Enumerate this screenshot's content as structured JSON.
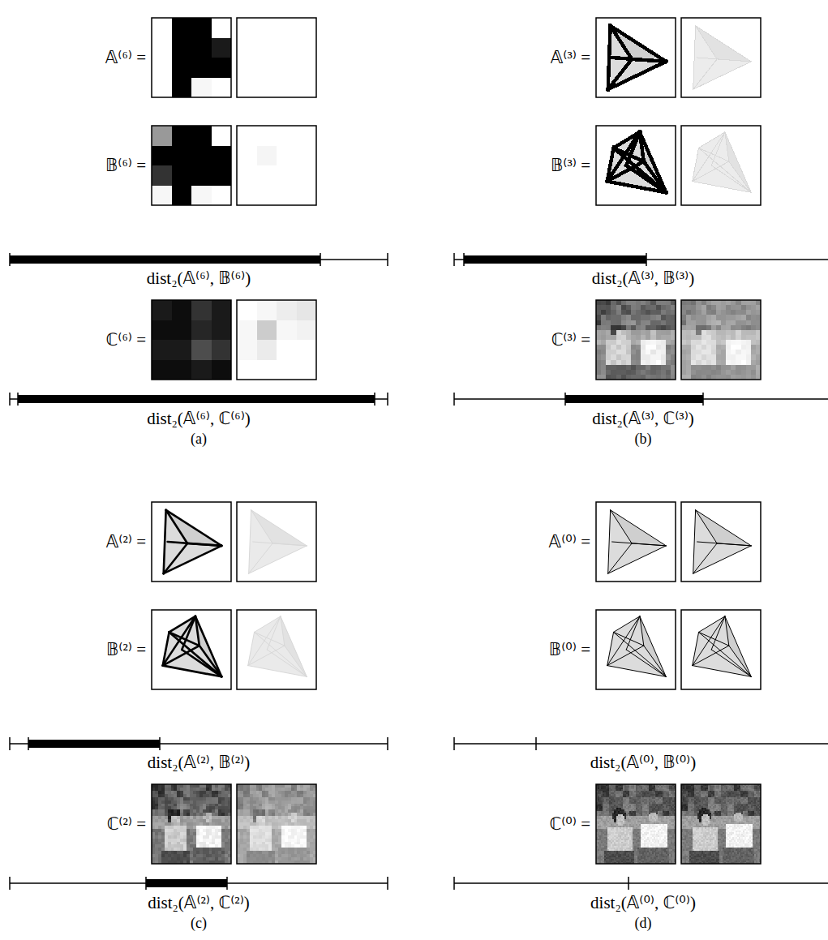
{
  "diagram": {
    "labels": [
      "𝔸⁽⁶⁾ =",
      "𝔹⁽⁶⁾ =",
      "dist₂(𝔸⁽⁶⁾, 𝔹⁽⁶⁾)",
      "ℂ⁽⁶⁾ =",
      "dist₂(𝔸⁽⁶⁾, ℂ⁽⁶⁾)",
      "(a)",
      "𝔸⁽³⁾ =",
      "𝔹⁽³⁾ =",
      "dist₂(𝔸⁽³⁾, 𝔹⁽³⁾)",
      "ℂ⁽³⁾ =",
      "dist₂(𝔸⁽³⁾, ℂ⁽³⁾)",
      "(b)",
      "𝔸⁽²⁾ =",
      "𝔹⁽²⁾ =",
      "dist₂(𝔸⁽²⁾, 𝔹⁽²⁾)",
      "ℂ⁽²⁾ =",
      "dist₂(𝔸⁽²⁾, ℂ⁽²⁾)",
      "(c)",
      "𝔸⁽⁰⁾ =",
      "𝔹⁽⁰⁾ =",
      "dist₂(𝔸⁽⁰⁾, 𝔹⁽⁰⁾)",
      "ℂ⁽⁰⁾ =",
      "dist₂(𝔸⁽⁰⁾, ℂ⁽⁰⁾)",
      "(d)"
    ]
  }
}
